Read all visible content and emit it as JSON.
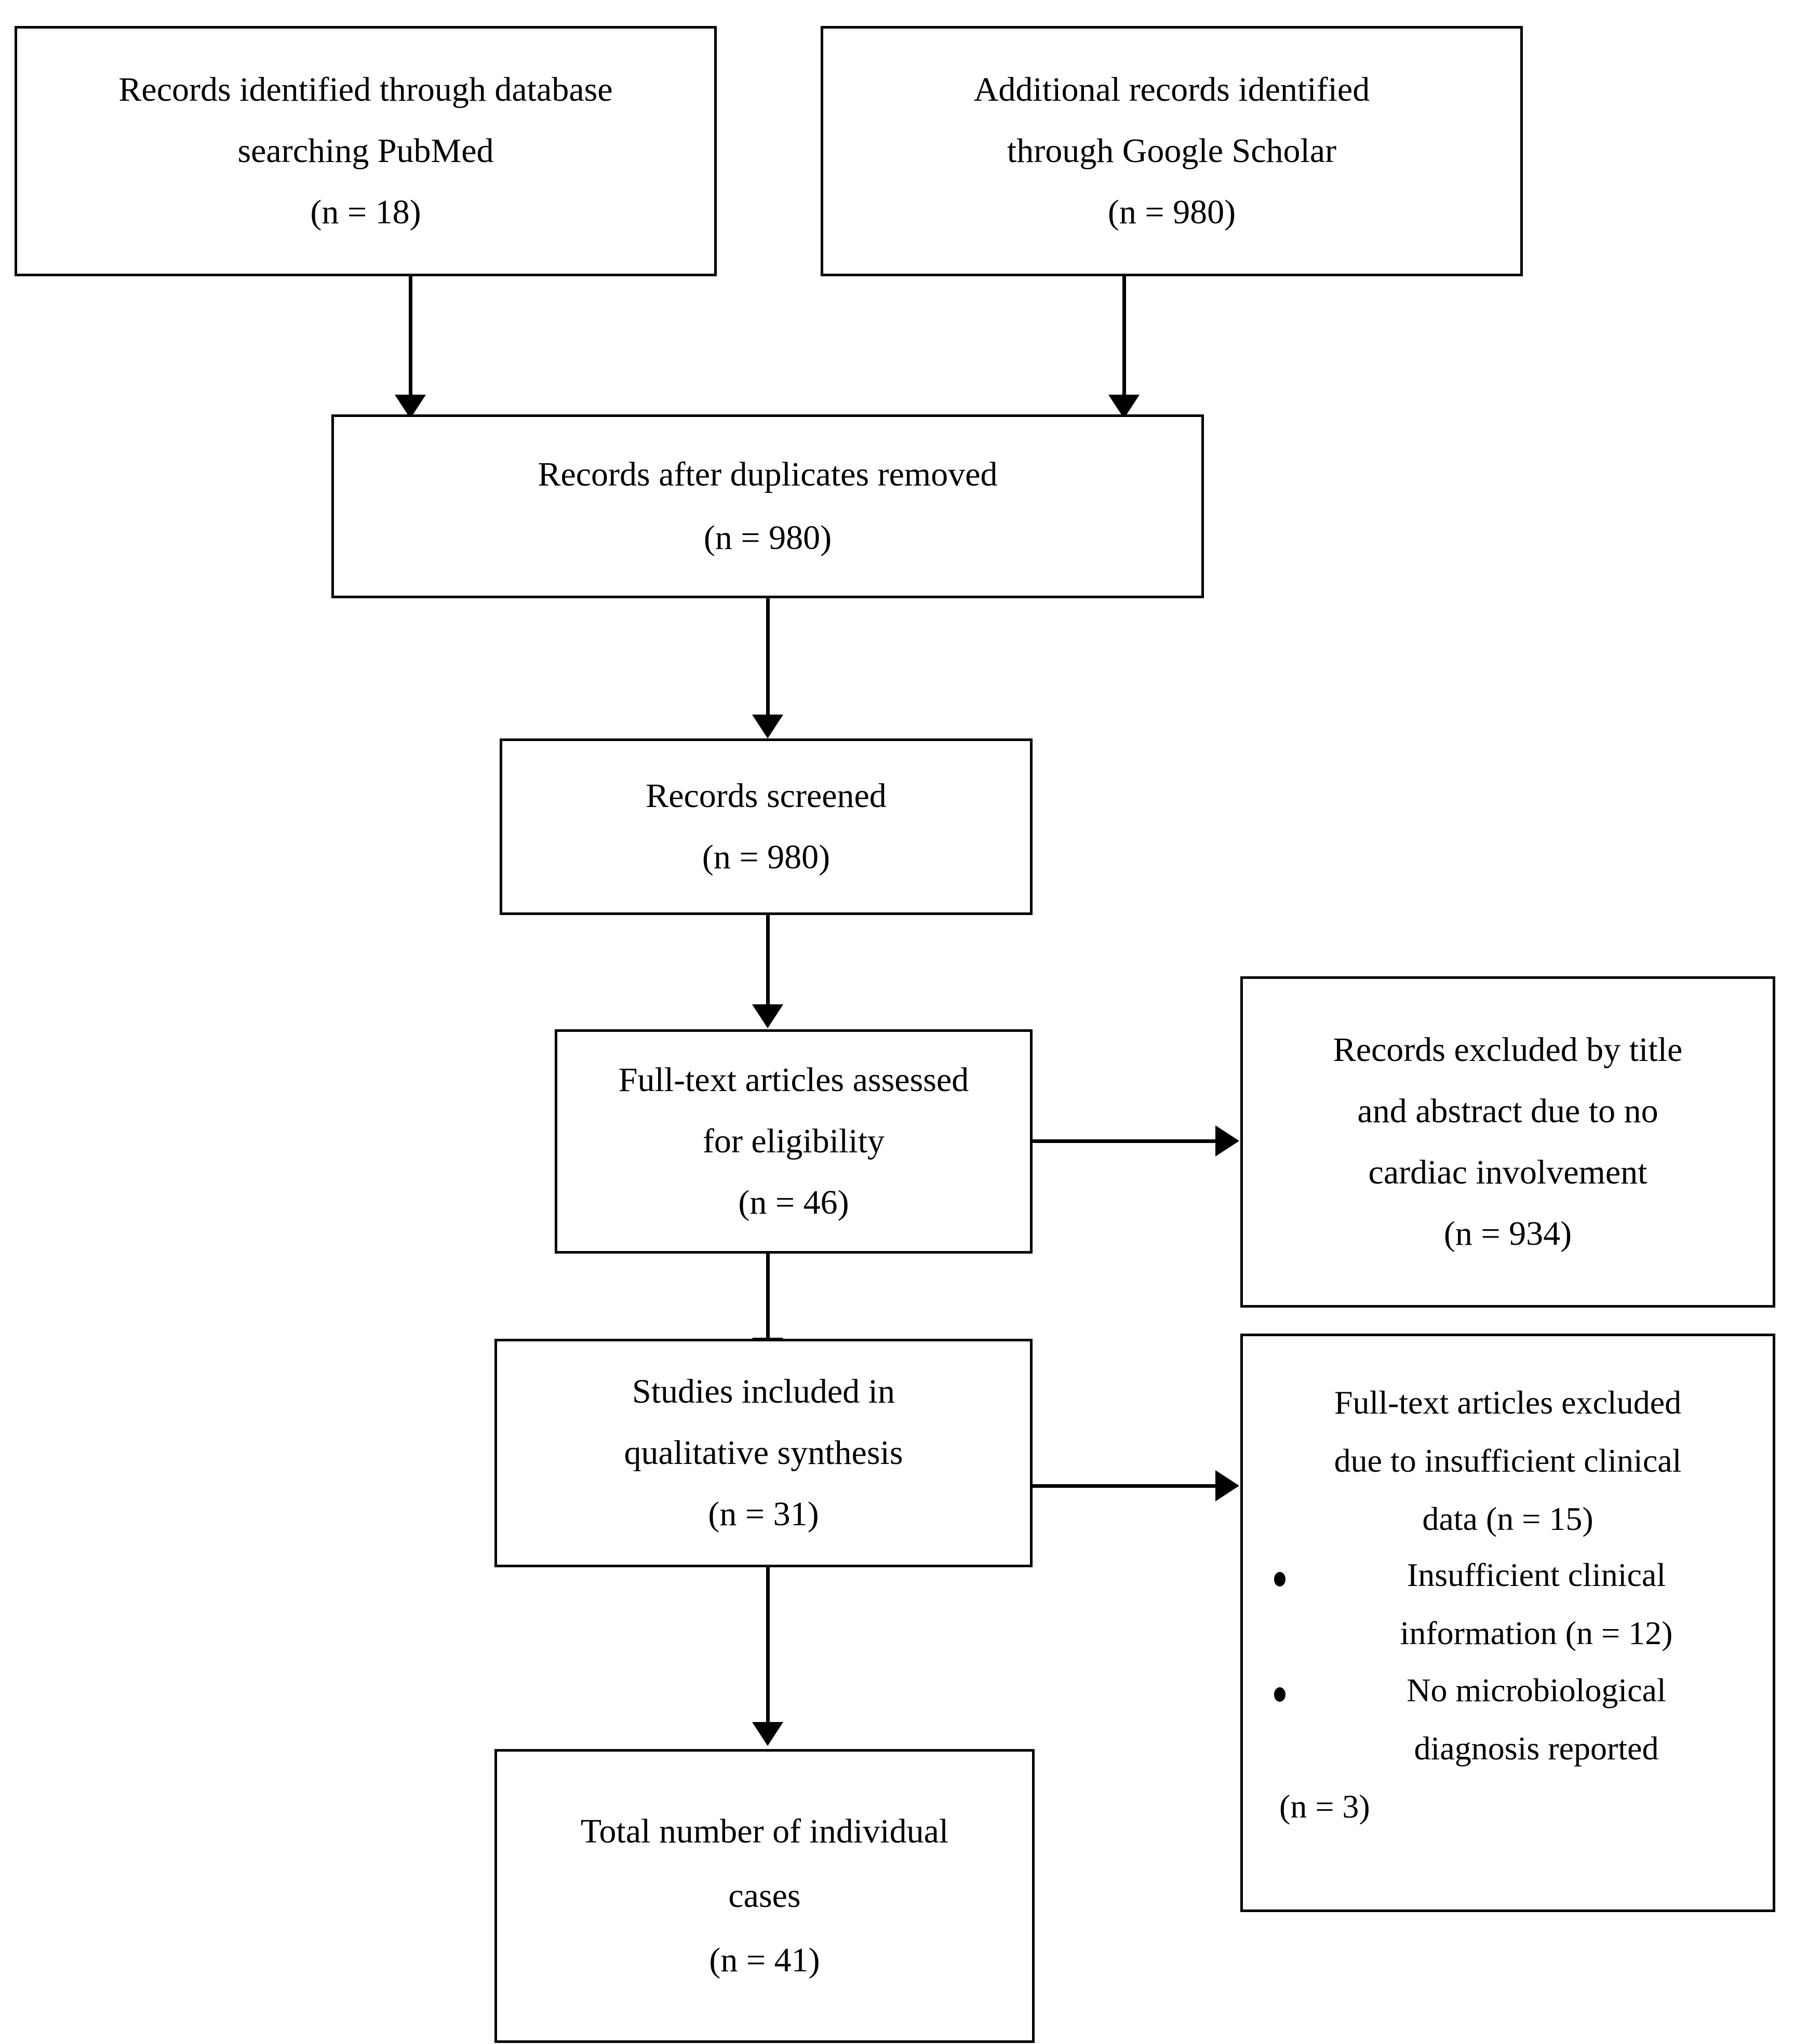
{
  "diagram": {
    "type": "prisma-flow-diagram",
    "title": "",
    "nodes": {
      "pubmed": {
        "lines": [
          "Records identified through database",
          "searching PubMed",
          "(n = 18)"
        ],
        "count": 18
      },
      "scholar": {
        "lines": [
          "Additional records identified",
          "through Google Scholar",
          "(n = 980)"
        ],
        "count": 980
      },
      "duplicates_removed": {
        "lines": [
          "Records after duplicates removed",
          "(n = 980)"
        ],
        "count": 980
      },
      "screened": {
        "lines": [
          "Records screened",
          "(n = 980)"
        ],
        "count": 980
      },
      "fulltext_assessed": {
        "lines": [
          "Full-text articles assessed",
          "for eligibility",
          "(n = 46)"
        ],
        "count": 46
      },
      "excluded_title_abstract": {
        "lines": [
          "Records excluded by title",
          "and abstract due to no",
          "cardiac involvement",
          "(n = 934)"
        ],
        "count": 934
      },
      "studies_included": {
        "lines": [
          "Studies included in",
          "qualitative synthesis",
          "(n = 31)"
        ],
        "count": 31
      },
      "fulltext_excluded": {
        "lines": [
          "Full-text articles excluded",
          "due to insufficient clinical",
          "data (n = 15)"
        ],
        "count": 15,
        "bullets": [
          {
            "lines": [
              "Insufficient clinical",
              "information (n = 12)"
            ],
            "count": 12
          },
          {
            "lines": [
              "No microbiological",
              "diagnosis reported"
            ],
            "count": 3
          }
        ],
        "bullets_trailing": "(n = 3)"
      },
      "total_cases": {
        "lines": [
          "Total number of individual",
          "cases",
          "(n = 41)"
        ],
        "count": 41
      }
    },
    "edges": [
      {
        "from": "pubmed",
        "to": "duplicates_removed",
        "direction": "down"
      },
      {
        "from": "scholar",
        "to": "duplicates_removed",
        "direction": "down"
      },
      {
        "from": "duplicates_removed",
        "to": "screened",
        "direction": "down"
      },
      {
        "from": "screened",
        "to": "fulltext_assessed",
        "direction": "down"
      },
      {
        "from": "fulltext_assessed",
        "to": "excluded_title_abstract",
        "direction": "right"
      },
      {
        "from": "fulltext_assessed",
        "to": "studies_included",
        "direction": "down"
      },
      {
        "from": "studies_included",
        "to": "fulltext_excluded",
        "direction": "right"
      },
      {
        "from": "studies_included",
        "to": "total_cases",
        "direction": "down"
      }
    ],
    "colors": {
      "background": "#ffffff",
      "border": "#000000",
      "text": "#000000",
      "connector": "#000000"
    }
  }
}
